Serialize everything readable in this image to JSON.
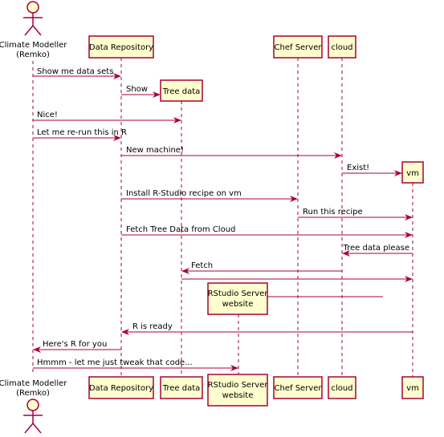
{
  "participants": {
    "modeller": {
      "line1": "Climate Modeller",
      "line2": "(Remko)"
    },
    "repo": {
      "label": "Data Repository"
    },
    "tree": {
      "label": "Tree data"
    },
    "rstudio": {
      "line1": "RStudio Server",
      "line2": "website"
    },
    "chef": {
      "label": "Chef Server"
    },
    "cloud": {
      "label": "cloud"
    },
    "vm": {
      "label": "vm"
    }
  },
  "messages": [
    "Show me data sets",
    "Show",
    "Nice!",
    "Let me re-run this in R",
    "New machine!",
    "Exist!",
    "Install R-Studio recipe on vm",
    "Run this recipe",
    "Fetch Tree Data from Cloud",
    "Tree data please",
    "Fetch",
    "",
    "",
    "R is ready",
    "Here's R for you",
    "Hmmm - let me just tweak that code..."
  ],
  "colors": {
    "stroke": "#A80036",
    "fill": "#FEFECE"
  }
}
